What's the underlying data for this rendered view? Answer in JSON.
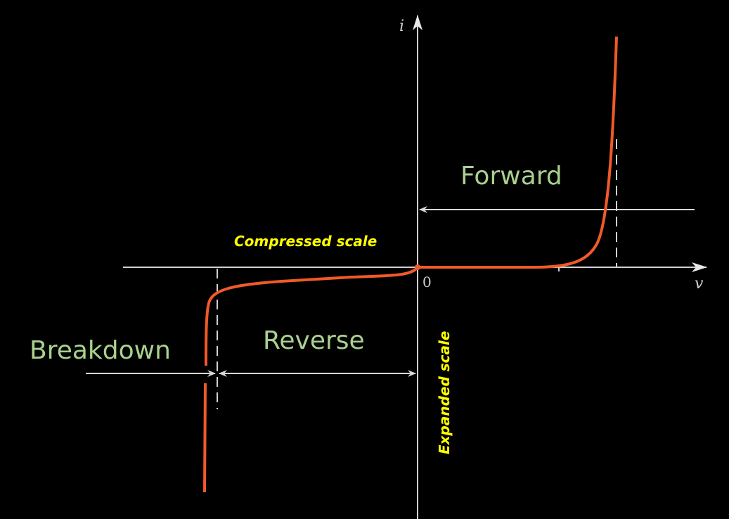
{
  "diagram": {
    "axes": {
      "y_label": "i",
      "x_label": "v",
      "origin_label": "0"
    },
    "regions": {
      "forward": "Forward",
      "reverse": "Reverse",
      "breakdown": "Breakdown"
    },
    "scale_notes": {
      "compressed": "Compressed scale",
      "expanded": "Expanded scale"
    },
    "colors": {
      "curve": "#f05a28",
      "region_labels": "#a9d18e",
      "scale_notes": "#ffff00",
      "axes": "#cfcfcf",
      "background": "#000000"
    }
  }
}
